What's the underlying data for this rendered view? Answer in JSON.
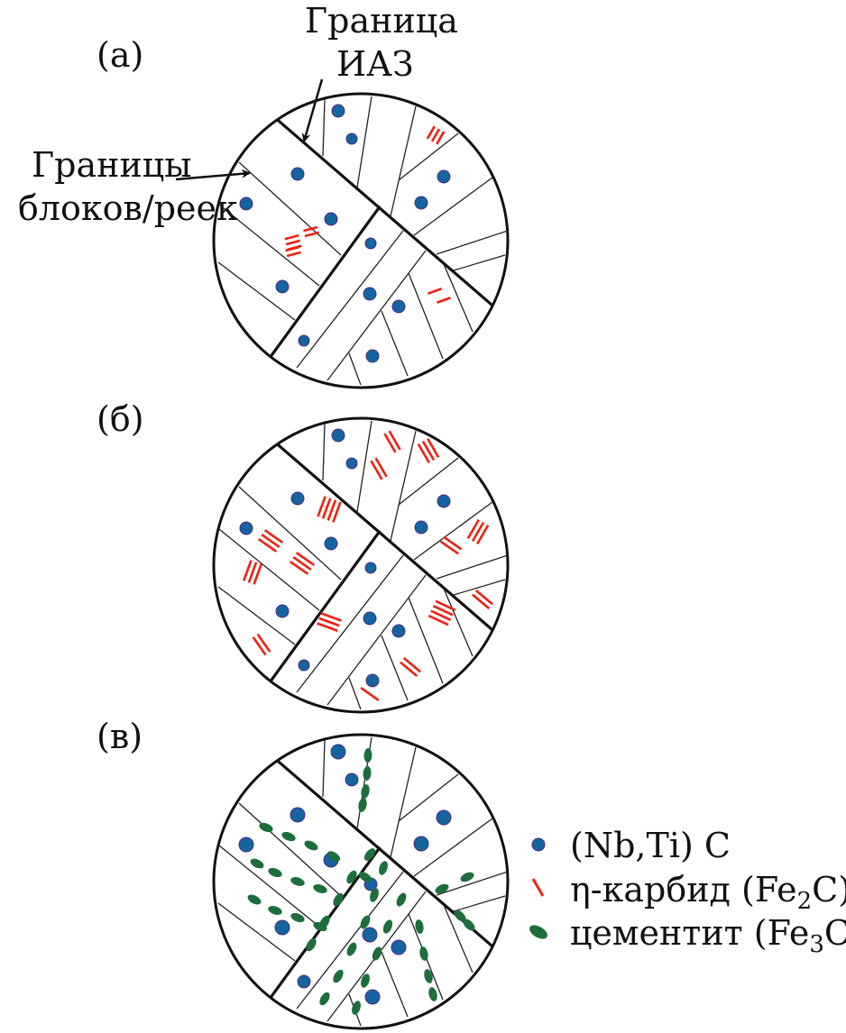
{
  "panels": [
    {
      "label": "(а)",
      "variant": "eta-few"
    },
    {
      "label": "(б)",
      "variant": "eta-many"
    },
    {
      "label": "(в)",
      "variant": "cementite"
    }
  ],
  "annotations": {
    "haz_boundary_line1": "Граница",
    "haz_boundary_line2": "ИАЗ",
    "block_boundaries_line1": "Границы",
    "block_boundaries_line2": "блоков/реек"
  },
  "legend": [
    {
      "symbol": "dot",
      "text": "(Nb,Ti) C",
      "color": "#1464a0"
    },
    {
      "symbol": "dash",
      "text_pre": "η-карбид (Fe",
      "sub": "2",
      "text_post": "C)",
      "color": "#f02010"
    },
    {
      "symbol": "ellipse",
      "text_pre": "цементит (Fe",
      "sub": "3",
      "text_post": "C)",
      "color": "#1e6e3c"
    }
  ]
}
